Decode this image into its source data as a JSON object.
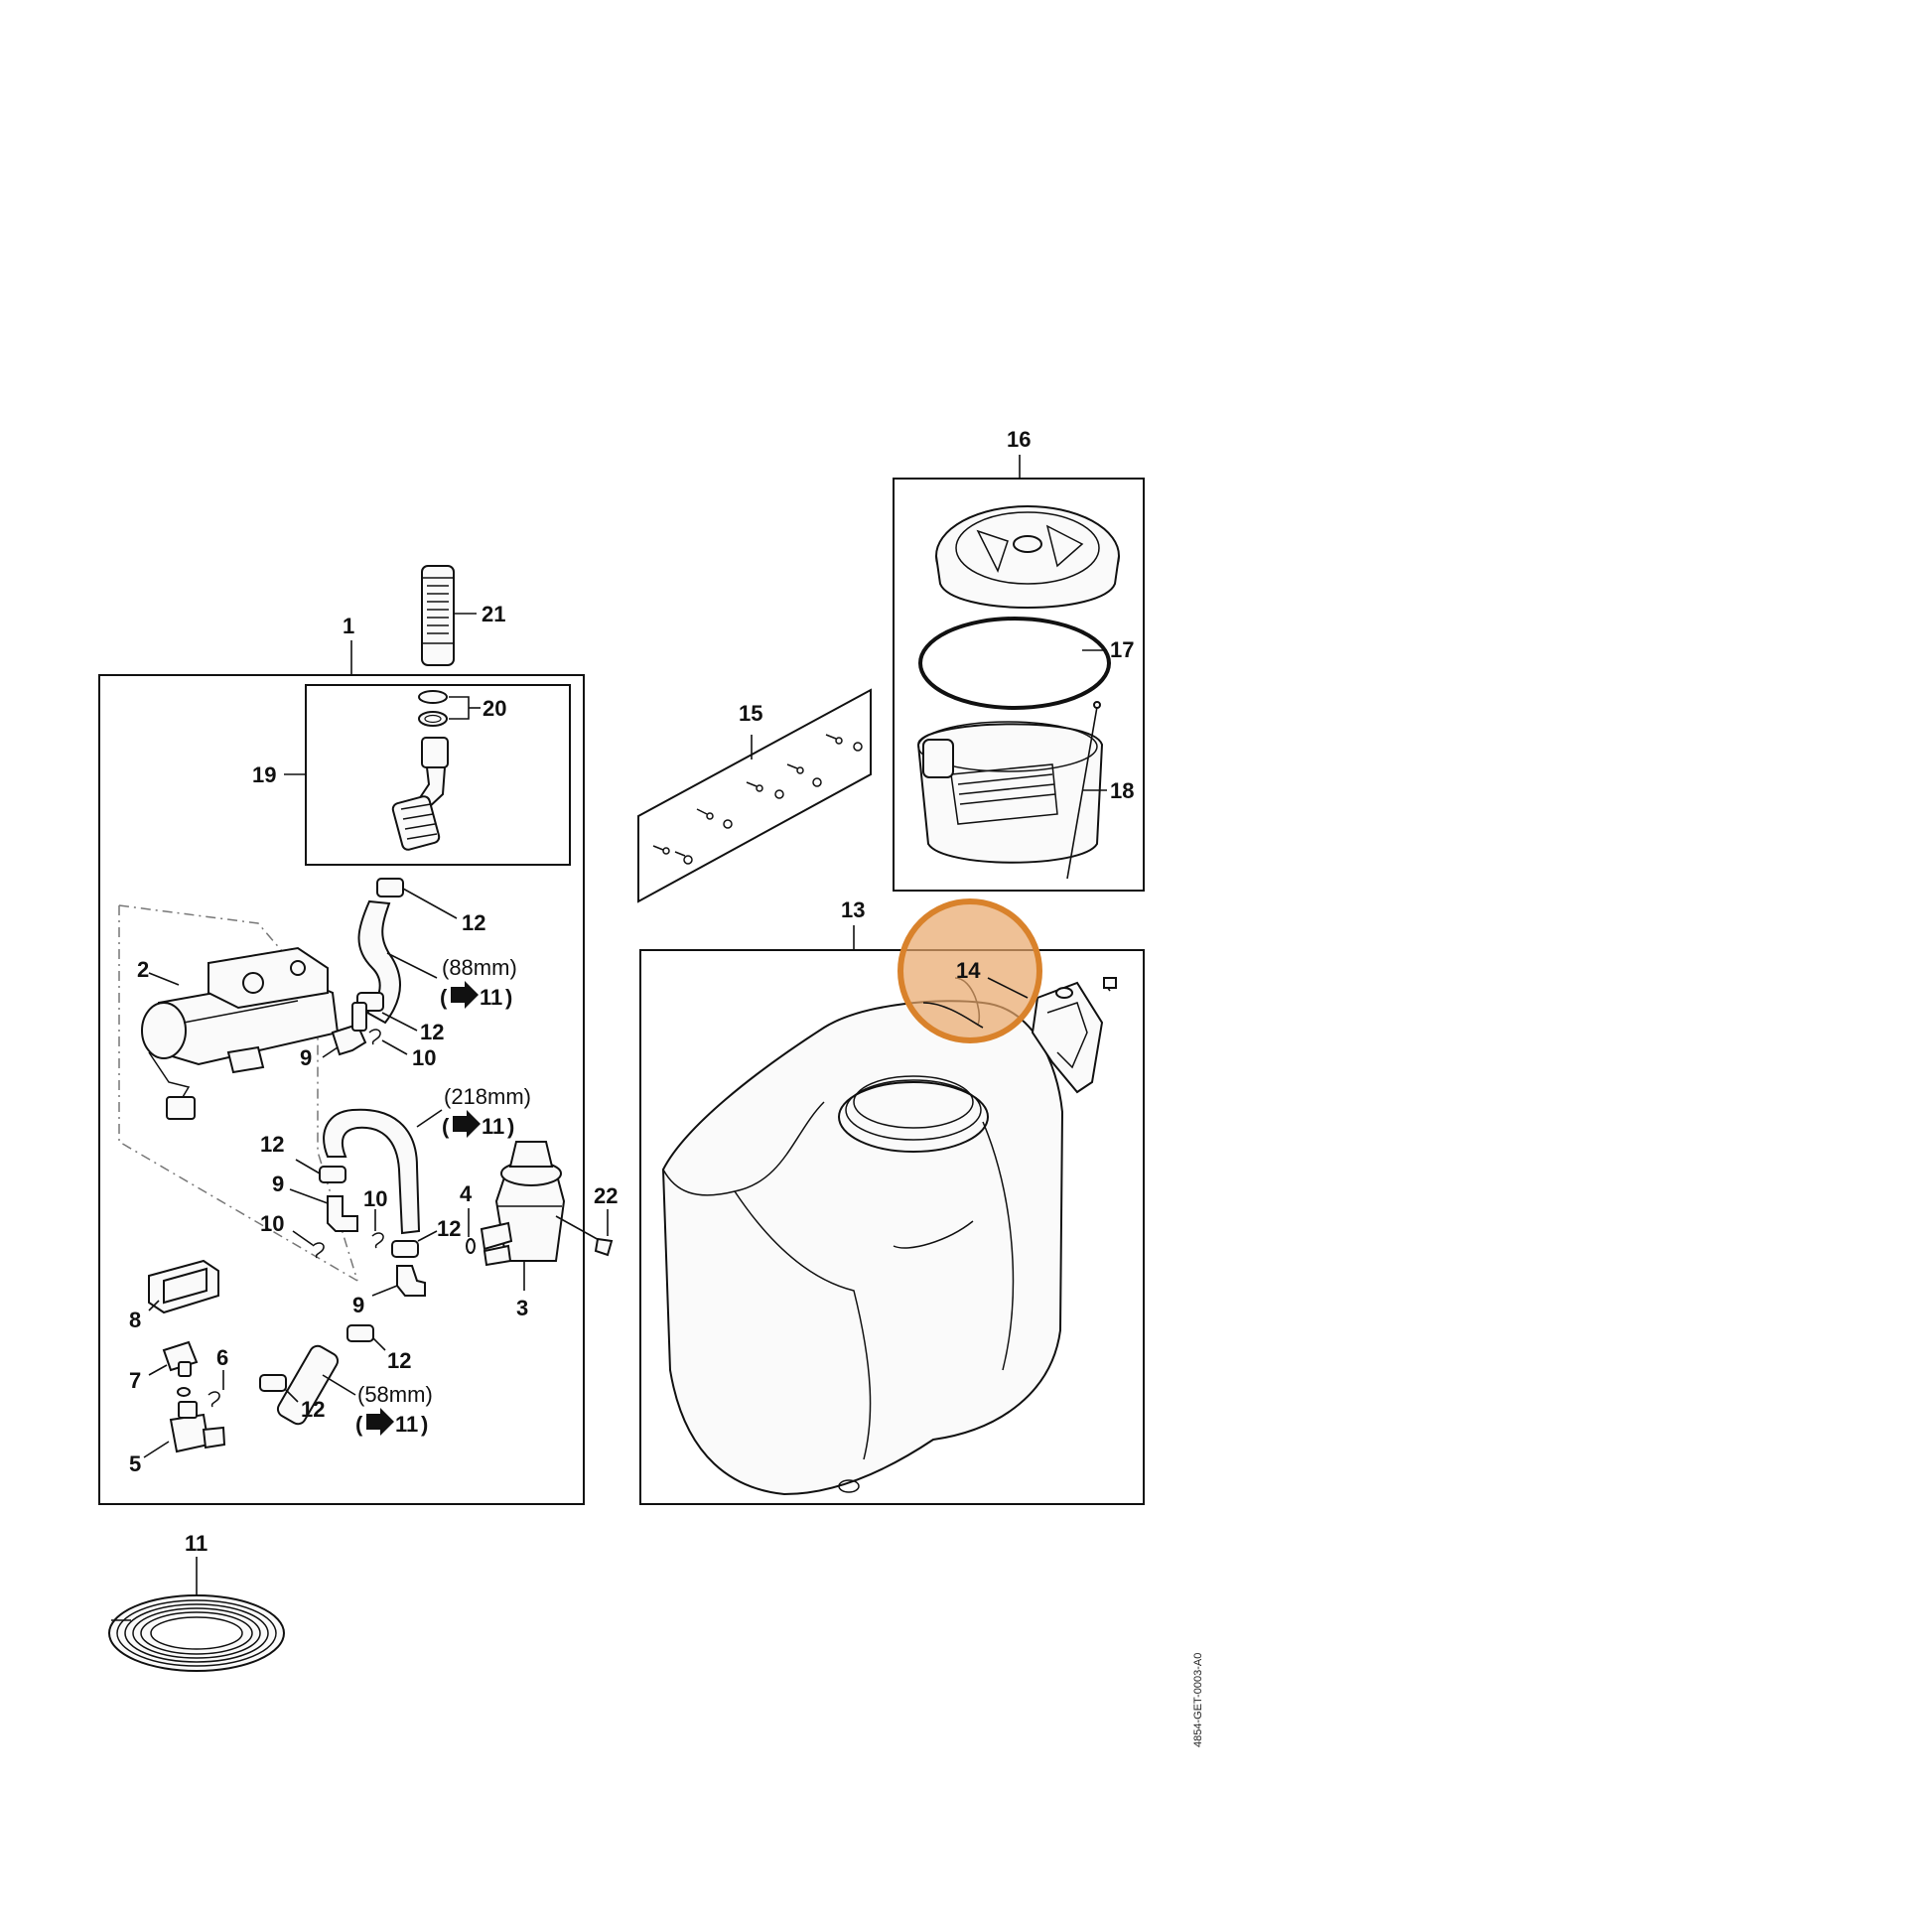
{
  "labels": {
    "p1": "1",
    "p2": "2",
    "p3": "3",
    "p4": "4",
    "p5": "5",
    "p6": "6",
    "p7": "7",
    "p8": "8",
    "p9a": "9",
    "p9b": "9",
    "p9c": "9",
    "p10a": "10",
    "p10b": "10",
    "p10c": "10",
    "p11": "11",
    "p12a": "12",
    "p12b": "12",
    "p12c": "12",
    "p12d": "12",
    "p12e": "12",
    "p12f": "12",
    "p13": "13",
    "p14": "14",
    "p15": "15",
    "p16": "16",
    "p17": "17",
    "p18": "18",
    "p19": "19",
    "p20": "20",
    "p21": "21",
    "p22": "22"
  },
  "hose_notes": {
    "n88": "(88mm)",
    "n218": "(218mm)",
    "n58": "(58mm)",
    "ref": "11",
    "open_paren": "(",
    "close_paren": ")"
  },
  "drawing_code": "4854-GET-0003-A0",
  "highlight": {
    "part": "14",
    "color": "#e8a66a",
    "ring_color": "#d9822b"
  }
}
